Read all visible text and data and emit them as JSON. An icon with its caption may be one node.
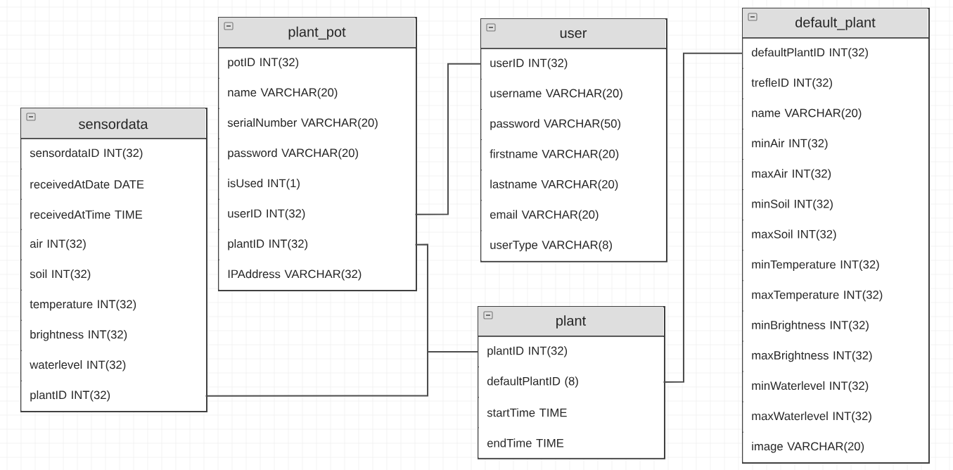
{
  "diagram": {
    "nodes": [
      {
        "text": [
          "sensordata"
        ]
      },
      {
        "text": [
          "sensordataID INT(32)"
        ],
        "in": 0
      },
      {
        "text": [
          "receivedAtDate DATE"
        ],
        "in": 0
      },
      {
        "text": [
          "receivedAtTime TIME"
        ],
        "in": 0
      },
      {
        "text": [
          "air INT(32)"
        ],
        "in": 0
      },
      {
        "text": [
          "soil INT(32)"
        ],
        "in": 0
      },
      {
        "text": [
          "temperature INT(32)"
        ],
        "in": 0
      },
      {
        "text": [
          "brightness INT(32)"
        ],
        "in": 0
      },
      {
        "text": [
          "waterlevel INT(32)"
        ],
        "in": 0
      },
      {
        "text": [
          "plantID INT(32)"
        ],
        "in": 0
      },
      {
        "text": [
          "plant_pot"
        ]
      },
      {
        "text": [
          "potID INT(32)"
        ],
        "in": 10
      },
      {
        "text": [
          "name VARCHAR(20)"
        ],
        "in": 10
      },
      {
        "text": [
          "serialNumber VARCHAR(20)"
        ],
        "in": 10
      },
      {
        "text": [
          "password VARCHAR(20)"
        ],
        "in": 10
      },
      {
        "text": [
          "isUsed INT(1)"
        ],
        "in": 10
      },
      {
        "text": [
          "userID INT(32)"
        ],
        "in": 10
      },
      {
        "text": [
          "plantID INT(32)"
        ],
        "in": 10
      },
      {
        "text": [
          "IPAddress VARCHAR(32)"
        ],
        "in": 10
      },
      {
        "text": [
          "user"
        ]
      },
      {
        "text": [
          "userID INT(32)"
        ],
        "in": 19
      },
      {
        "text": [
          "username VARCHAR(20)"
        ],
        "in": 19
      },
      {
        "text": [
          "password VARCHAR(50)"
        ],
        "in": 19
      },
      {
        "text": [
          "firstname VARCHAR(20)"
        ],
        "in": 19
      },
      {
        "text": [
          "lastname VARCHAR(20)"
        ],
        "in": 19
      },
      {
        "text": [
          "email VARCHAR(20)"
        ],
        "in": 19
      },
      {
        "text": [
          "userType VARCHAR(8)"
        ],
        "in": 19
      },
      {
        "text": [
          "plant"
        ]
      },
      {
        "text": [
          "plantID INT(32)"
        ],
        "in": 27
      },
      {
        "text": [
          "defaultPlantID (8)"
        ],
        "in": 27
      },
      {
        "text": [
          "startTime TIME"
        ],
        "in": 27
      },
      {
        "text": [
          "endTime TIME"
        ],
        "in": 27
      },
      {
        "text": [
          "default_plant"
        ]
      },
      {
        "text": [
          "defaultPlantID INT(32)"
        ],
        "in": 32
      },
      {
        "text": [
          "trefleID INT(32)"
        ],
        "in": 32
      },
      {
        "text": [
          "name VARCHAR(20)"
        ],
        "in": 32
      },
      {
        "text": [
          "minAir INT(32)"
        ],
        "in": 32
      },
      {
        "text": [
          "maxAir INT(32)"
        ],
        "in": 32
      },
      {
        "text": [
          "minSoil INT(32)"
        ],
        "in": 32
      },
      {
        "text": [
          "maxSoil INT(32)"
        ],
        "in": 32
      },
      {
        "text": [
          "minTemperature INT(32)"
        ],
        "in": 32
      },
      {
        "text": [
          "maxTemperature INT(32)"
        ],
        "in": 32
      },
      {
        "text": [
          "minBrightness INT(32)"
        ],
        "in": 32
      },
      {
        "text": [
          "maxBrightness INT(32)"
        ],
        "in": 32
      },
      {
        "text": [
          "minWaterlevel INT(32)"
        ],
        "in": 32
      },
      {
        "text": [
          "maxWaterlevel INT(32)"
        ],
        "in": 32
      },
      {
        "text": [
          "image VARCHAR(20)"
        ],
        "in": 32
      }
    ],
    "edges": [
      {
        "from": 16,
        "to": 20,
        "arrow": "none"
      },
      {
        "from": 17,
        "to": 28,
        "arrow": "none"
      },
      {
        "from": 9,
        "to": 28,
        "arrow": "none"
      },
      {
        "from": 29,
        "to": 33,
        "arrow": "none"
      }
    ]
  }
}
